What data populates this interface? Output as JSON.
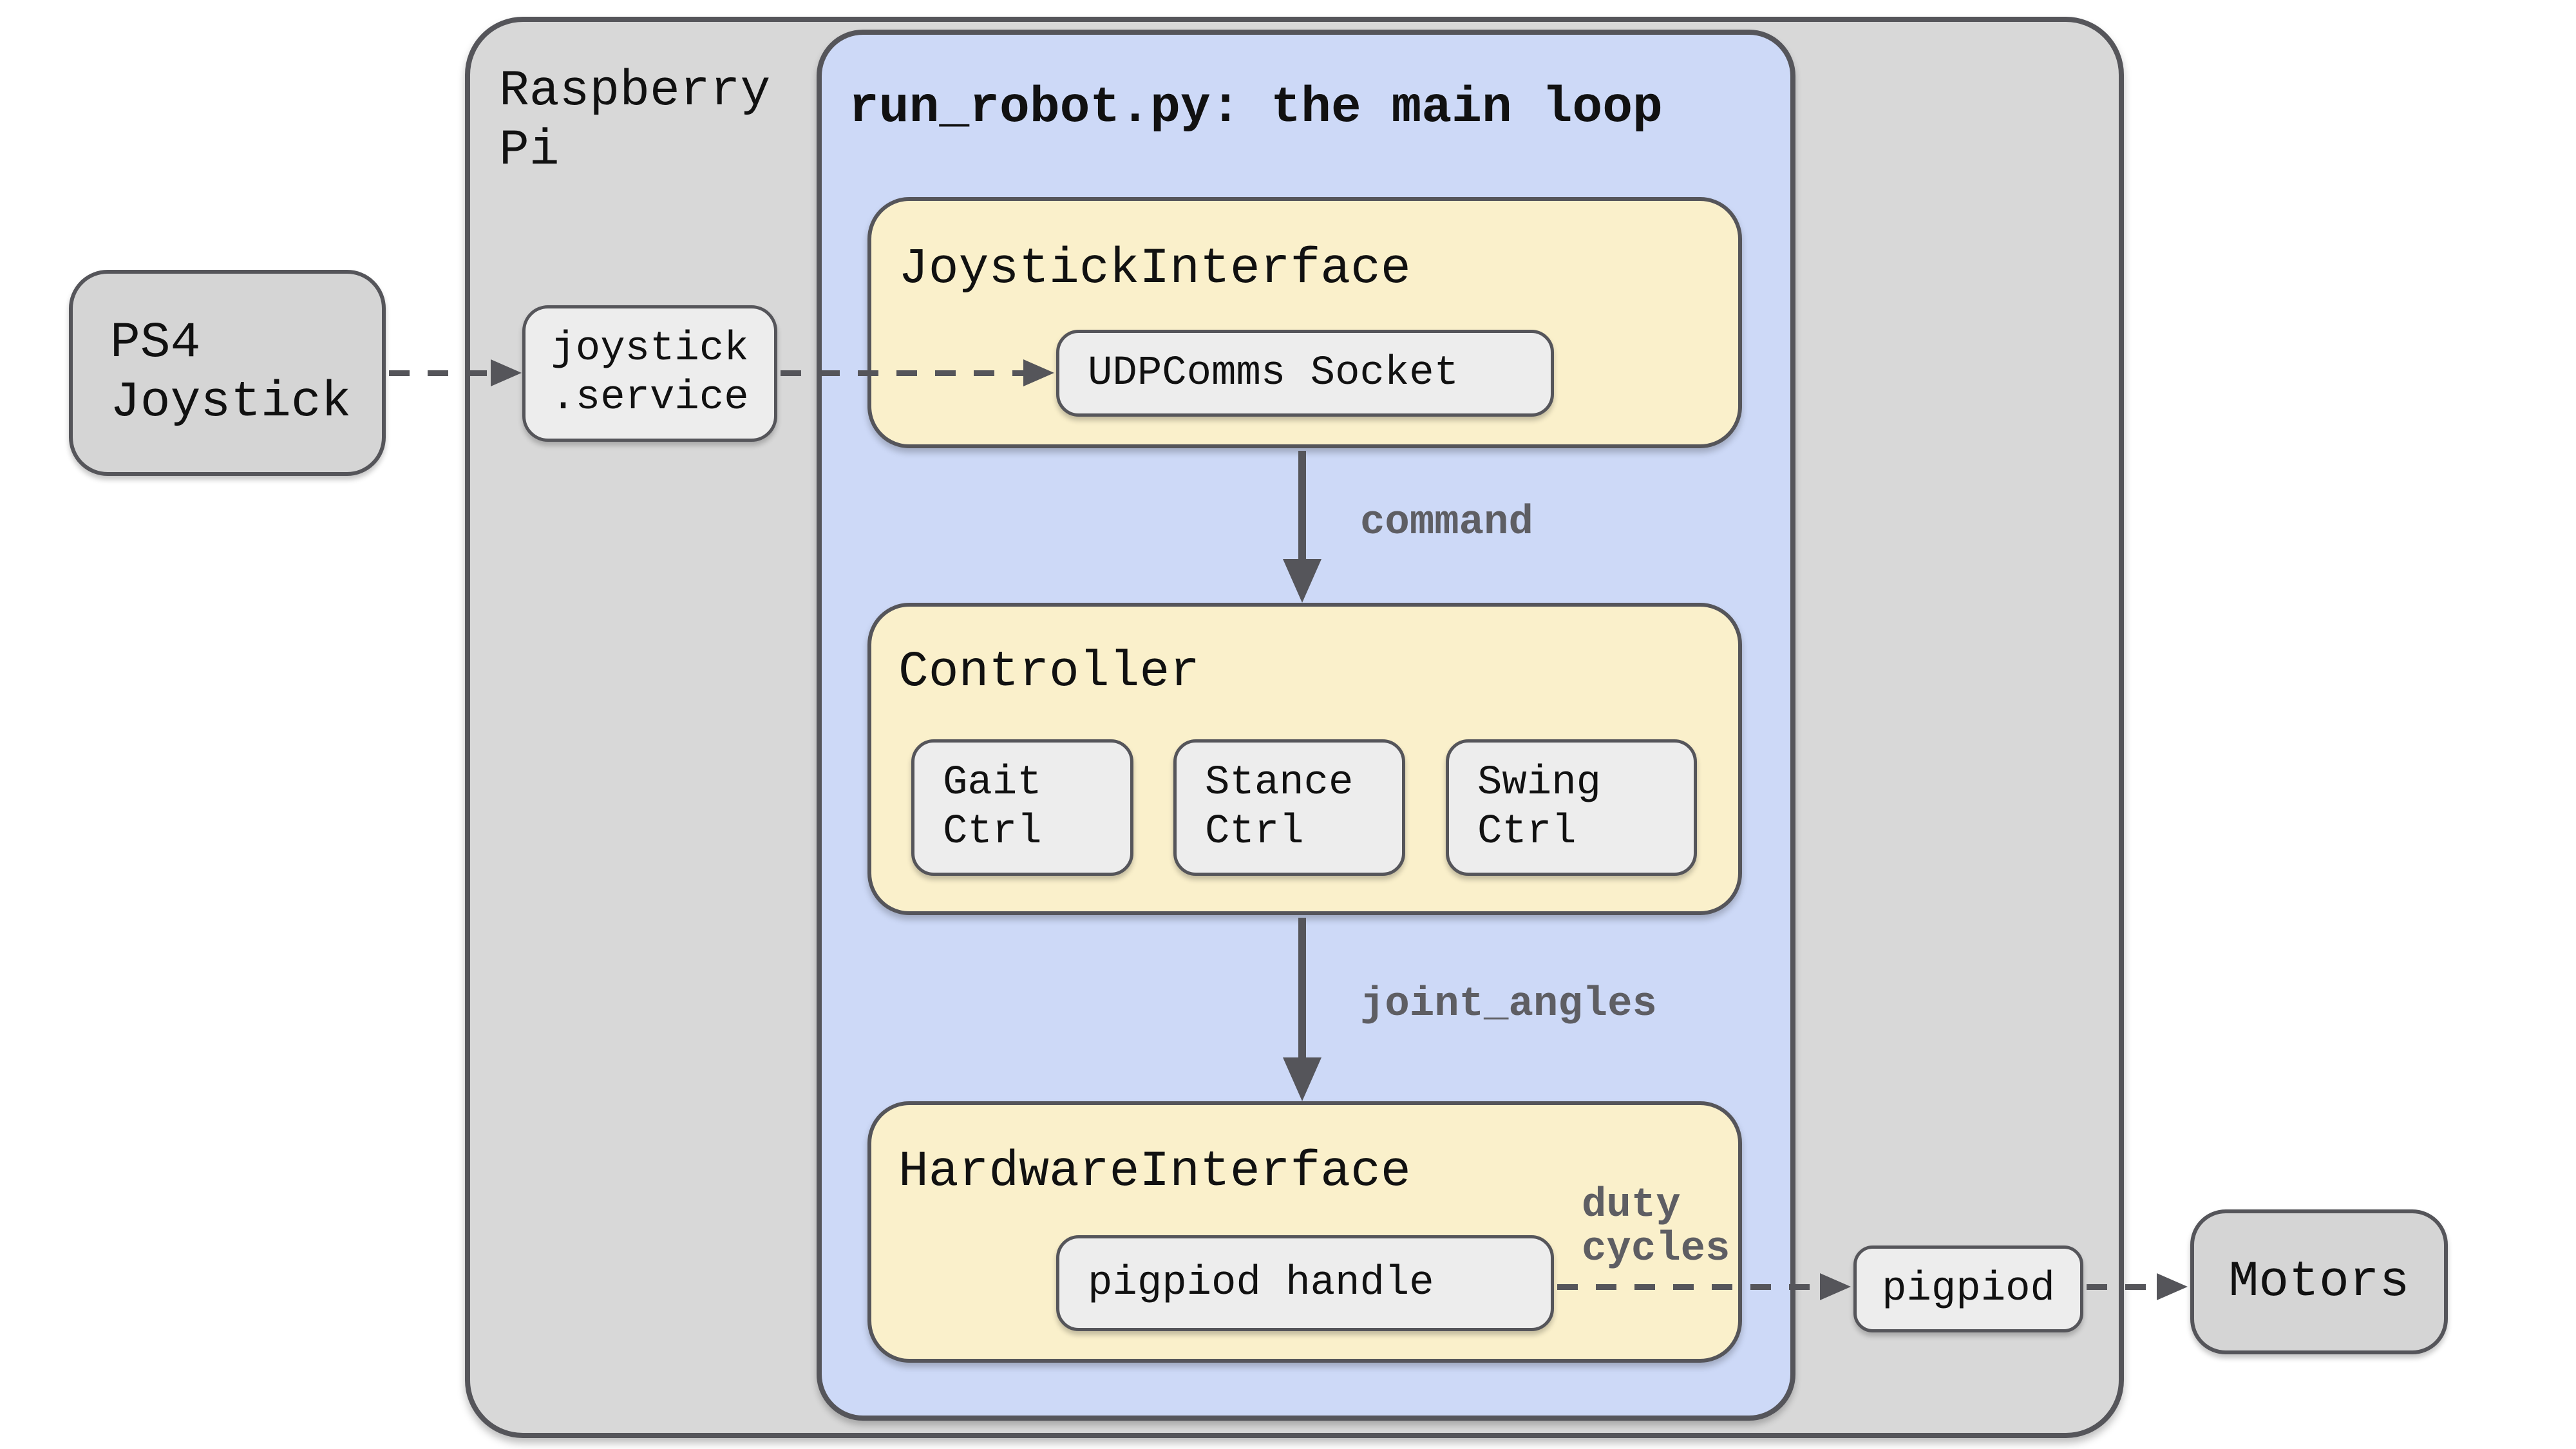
{
  "colors": {
    "pi_fill": "#d8d8d8",
    "blue_fill": "#cdd9f7",
    "yellow_fill": "#faf0cb",
    "node_fill": "#ededed",
    "outer_fill": "#d5d5d5",
    "stroke": "#55555a",
    "label": "#5e5e63"
  },
  "pi": {
    "label_line1": "Raspberry",
    "label_line2": "Pi"
  },
  "main_loop": {
    "title": "run_robot.py: the main loop"
  },
  "joystick_interface": {
    "title": "JoystickInterface",
    "socket": "UDPComms Socket"
  },
  "controller": {
    "title": "Controller",
    "sub": [
      {
        "line1": "Gait",
        "line2": "Ctrl"
      },
      {
        "line1": "Stance",
        "line2": "Ctrl"
      },
      {
        "line1": "Swing",
        "line2": "Ctrl"
      }
    ]
  },
  "hardware_interface": {
    "title": "HardwareInterface",
    "handle": "pigpiod handle"
  },
  "flow_labels": {
    "command": "command",
    "joint_angles": "joint_angles",
    "duty_line1": "duty",
    "duty_line2": "cycles"
  },
  "external": {
    "ps4_line1": "PS4",
    "ps4_line2": "Joystick",
    "service_line1": "joystick",
    "service_line2": ".service",
    "pigpiod": "pigpiod",
    "motors": "Motors"
  }
}
